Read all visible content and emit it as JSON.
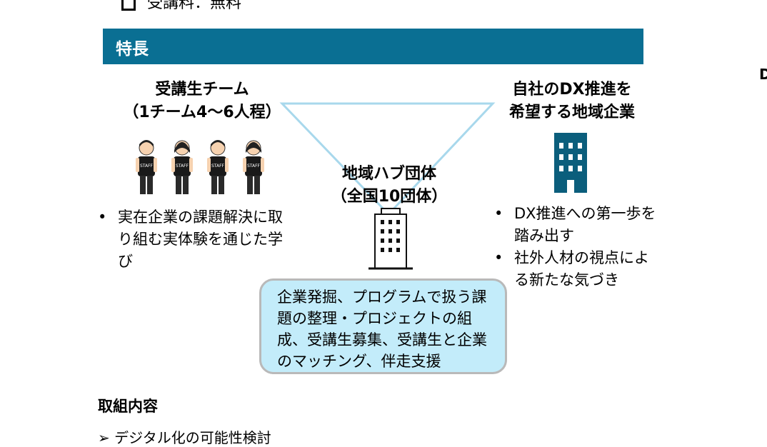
{
  "top_line": "受講料：無料",
  "banner_title": "特長",
  "left_heading": [
    "受講生チーム",
    "（1チーム4～6人程）"
  ],
  "left_bullets": [
    "実在企業の課題解決に取り組む実体験を通じた学び"
  ],
  "center_heading": [
    "地域ハブ団体",
    "（全国10団体）"
  ],
  "right_heading": [
    "自社のDX推進を",
    "希望する地域企業"
  ],
  "right_bullets": [
    "DX推進への第一歩を踏み出す",
    "社外人材の視点による新たな気づき"
  ],
  "callout_text": "企業発掘、プログラムで扱う課題の整理・プロジェクトの組成、受講生募集、受講生と企業のマッチング、伴走支援",
  "section_title": "取組内容",
  "sub_item": "➢ デジタル化の可能性検討",
  "edge_char": "D",
  "staff_label": "STAFF",
  "colors": {
    "banner": "#0a6f93",
    "triangle": "#a8d8ec",
    "callout_bg": "#c3ecfa",
    "company_icon": "#0b5e7c"
  }
}
